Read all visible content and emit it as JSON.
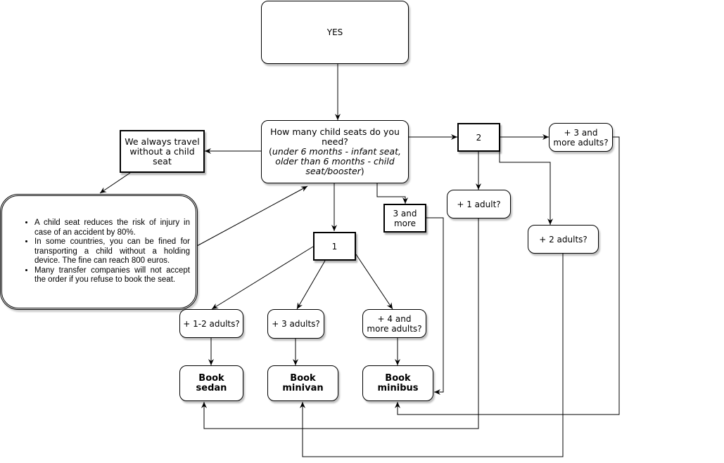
{
  "nodes": {
    "yes": "YES",
    "question": {
      "main": "How many child seats do you need?",
      "open_paren": "(",
      "hint": "under 6 months - infant seat, older than 6 months - child seat/booster",
      "close_paren": ")"
    },
    "no_seat": "We always travel without a child seat",
    "info_bullets": [
      "A child seat reduces the risk of injury in case of an accident by 80%.",
      "In some countries, you can be fined for transporting a child without a holding device. The fine can reach 800 euros.",
      "Many transfer companies will not accept the order if you refuse to book the seat."
    ],
    "seats_1": "1",
    "seats_2": "2",
    "seats_3_more": "3 and more",
    "one_plus_1_2_adults": "+ 1-2 adults?",
    "one_plus_3_adults": "+ 3 adults?",
    "one_plus_4_more_adults": "+ 4 and more adults?",
    "two_plus_1_adult": "+ 1 adult?",
    "two_plus_2_adults": "+ 2 adults?",
    "two_plus_3_more_adults": "+ 3 and more adults?",
    "book_sedan": "Book sedan",
    "book_minivan": "Book minivan",
    "book_minibus": "Book minibus"
  },
  "edges": [
    {
      "from": "yes",
      "to": "question"
    },
    {
      "from": "question",
      "to": "no_seat"
    },
    {
      "from": "no_seat",
      "to": "info"
    },
    {
      "from": "info",
      "to": "question"
    },
    {
      "from": "question",
      "to": "seats_1"
    },
    {
      "from": "question",
      "to": "seats_2"
    },
    {
      "from": "question",
      "to": "seats_3_more"
    },
    {
      "from": "seats_1",
      "to": "one_plus_1_2_adults"
    },
    {
      "from": "seats_1",
      "to": "one_plus_3_adults"
    },
    {
      "from": "seats_1",
      "to": "one_plus_4_more_adults"
    },
    {
      "from": "one_plus_1_2_adults",
      "to": "book_sedan"
    },
    {
      "from": "one_plus_3_adults",
      "to": "book_minivan"
    },
    {
      "from": "one_plus_4_more_adults",
      "to": "book_minibus"
    },
    {
      "from": "seats_3_more",
      "to": "book_minibus"
    },
    {
      "from": "seats_2",
      "to": "two_plus_1_adult"
    },
    {
      "from": "seats_2",
      "to": "two_plus_2_adults"
    },
    {
      "from": "seats_2",
      "to": "two_plus_3_more_adults"
    },
    {
      "from": "two_plus_1_adult",
      "to": "book_sedan"
    },
    {
      "from": "two_plus_2_adults",
      "to": "book_minivan"
    },
    {
      "from": "two_plus_3_more_adults",
      "to": "book_minibus"
    }
  ]
}
